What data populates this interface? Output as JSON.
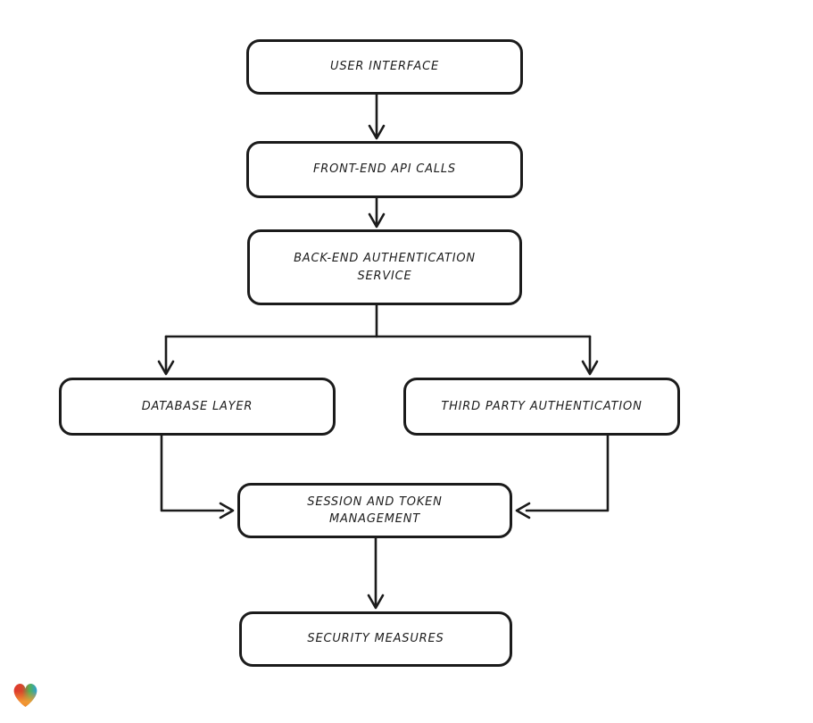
{
  "page": {
    "background": "#ffffff"
  },
  "diagram": {
    "type": "flowchart",
    "style": "hand-drawn",
    "stroke_color": "#1b1b1b",
    "node_fill": "#ffffff",
    "nodes": [
      {
        "id": "user-interface",
        "label": "USER INTERFACE"
      },
      {
        "id": "front-end-api-calls",
        "label": "FRONT-END API CALLS"
      },
      {
        "id": "back-end-authentication-service",
        "label": "BACK-END AUTHENTICATION SERVICE"
      },
      {
        "id": "database-layer",
        "label": "DATABASE LAYER"
      },
      {
        "id": "third-party-authentication",
        "label": "THIRD PARTY AUTHENTICATION"
      },
      {
        "id": "session-and-token-management",
        "label": "SESSION AND TOKEN MANAGEMENT"
      },
      {
        "id": "security-measures",
        "label": "SECURITY MEASURES"
      }
    ],
    "edges": [
      {
        "from": "user-interface",
        "to": "front-end-api-calls"
      },
      {
        "from": "front-end-api-calls",
        "to": "back-end-authentication-service"
      },
      {
        "from": "back-end-authentication-service",
        "to": "database-layer"
      },
      {
        "from": "back-end-authentication-service",
        "to": "third-party-authentication"
      },
      {
        "from": "database-layer",
        "to": "session-and-token-management"
      },
      {
        "from": "third-party-authentication",
        "to": "session-and-token-management"
      },
      {
        "from": "session-and-token-management",
        "to": "security-measures"
      }
    ]
  },
  "logo": {
    "name": "gradient-heart",
    "colors": [
      "#e0392d",
      "#2e9fd4",
      "#53b054",
      "#f59a33"
    ]
  }
}
